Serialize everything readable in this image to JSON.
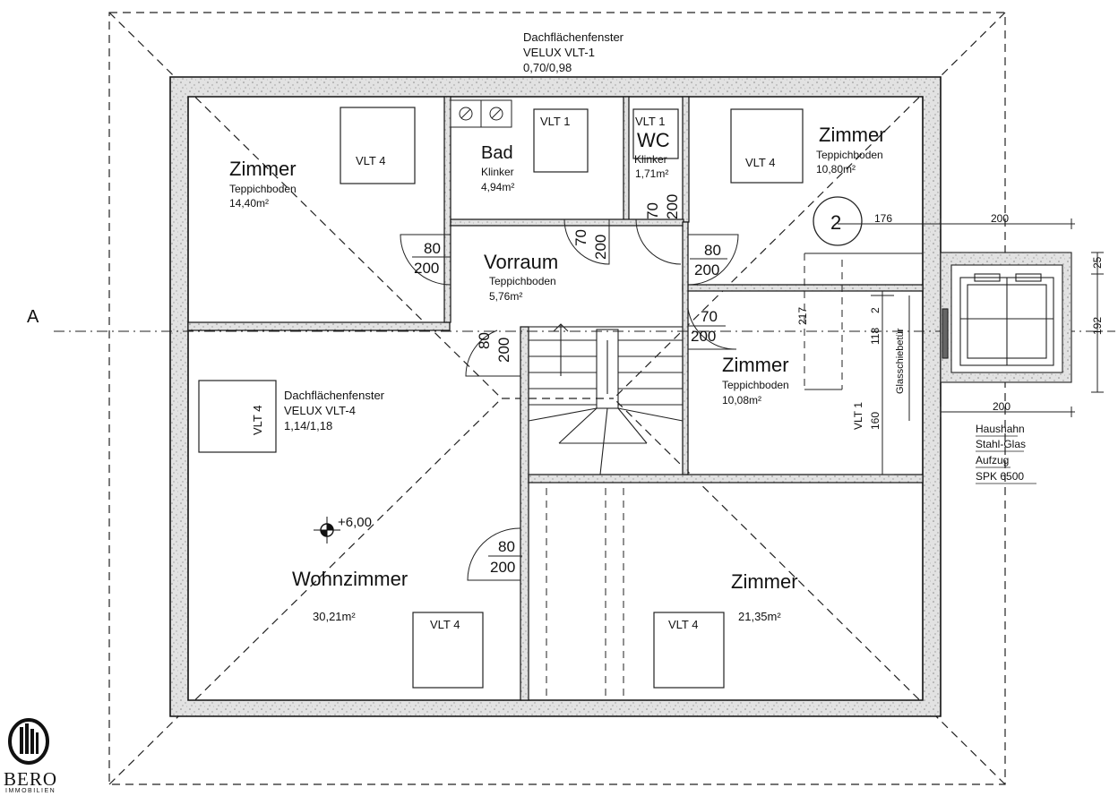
{
  "roof_window_top": {
    "line1": "Dachflächenfenster",
    "line2": "VELUX VLT-1",
    "line3": "0,70/0,98"
  },
  "roof_window_left": {
    "line1": "Dachflächenfenster",
    "line2": "VELUX VLT-4",
    "line3": "1,14/1,18"
  },
  "section_marker": "A",
  "axis_marker": "2",
  "level_marker": "+6,00",
  "rooms": {
    "zimmer_nw": {
      "name": "Zimmer",
      "floor": "Teppichboden",
      "area": "14,40m²",
      "window": "VLT 4"
    },
    "bad": {
      "name": "Bad",
      "floor": "Klinker",
      "area": "4,94m²",
      "window": "VLT 1"
    },
    "wc": {
      "name": "WC",
      "floor": "Klinker",
      "area": "1,71m²",
      "window": "VLT 1"
    },
    "zimmer_ne": {
      "name": "Zimmer",
      "floor": "Teppichboden",
      "area": "10,80m²",
      "window": "VLT 4"
    },
    "vorraum": {
      "name": "Vorraum",
      "floor": "Teppichboden",
      "area": "5,76m²"
    },
    "zimmer_e": {
      "name": "Zimmer",
      "floor": "Teppichboden",
      "area": "10,08m²"
    },
    "wohnzimmer": {
      "name": "Wohnzimmer",
      "area": "30,21m²",
      "window": "VLT 4",
      "window_side": "VLT 4"
    },
    "zimmer_se": {
      "name": "Zimmer",
      "area": "21,35m²",
      "window": "VLT 4"
    }
  },
  "doors": {
    "left_upper": {
      "w": "80",
      "h": "200"
    },
    "right_upper": {
      "w": "80",
      "h": "200"
    },
    "bad": {
      "w": "70",
      "h": "200"
    },
    "wc": {
      "w": "70",
      "h": "200"
    },
    "zimmer_e": {
      "w": "70",
      "h": "200"
    },
    "stair": {
      "w": "80",
      "h": "200"
    },
    "wohn": {
      "w": "80",
      "h": "200"
    }
  },
  "dimensions": {
    "d176": "176",
    "d200_top": "200",
    "d200_bottom": "200",
    "d25": "25",
    "d192": "192",
    "d217": "217",
    "d2": "2",
    "d118": "118",
    "d160": "160",
    "vlt_rotated": "VLT 1"
  },
  "glass_door": "Glasschiebetür",
  "elevator_note": {
    "line1": "Haushahn",
    "line2": "Stahl-Glas",
    "line3": "Aufzug",
    "line4": "SPK 6500"
  },
  "logo": {
    "name": "BERO",
    "sub": "IMMOBILIEN"
  }
}
